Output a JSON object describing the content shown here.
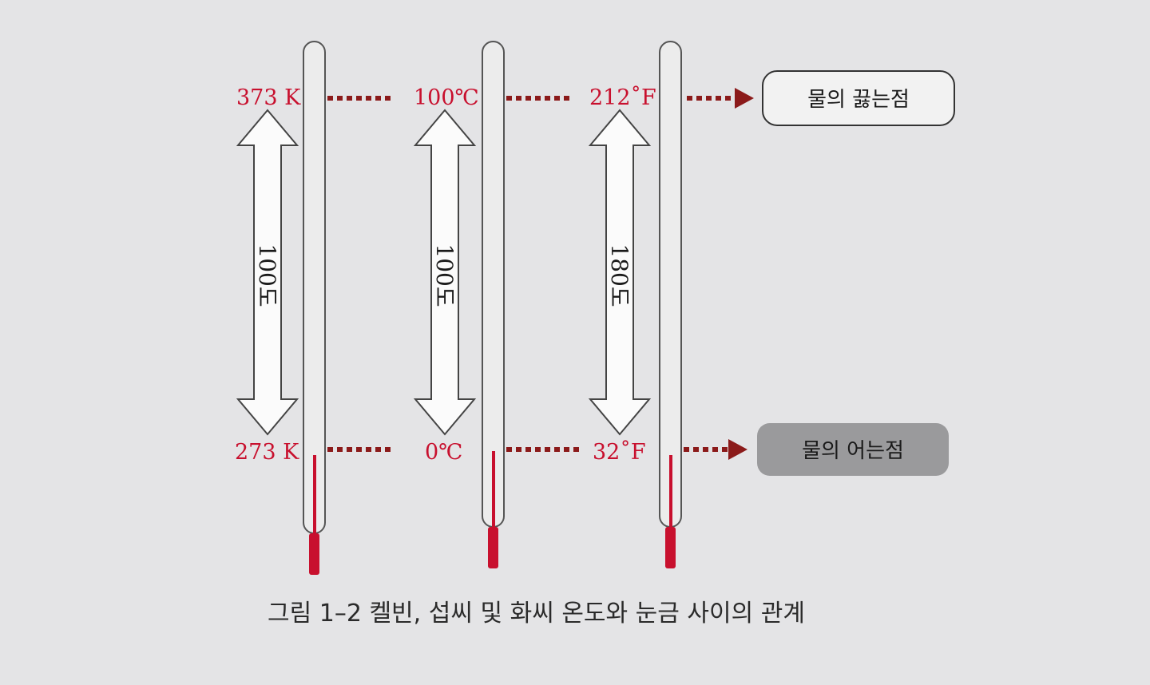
{
  "thermometers": [
    {
      "id": "kelvin",
      "top_label": "373 K",
      "bottom_label": "273 K",
      "span_label": "100도"
    },
    {
      "id": "celsius",
      "top_label": "100℃",
      "bottom_label": "0℃",
      "span_label": "100도"
    },
    {
      "id": "fahrenheit",
      "top_label": "212˚F",
      "bottom_label": "32˚F",
      "span_label": "180도"
    }
  ],
  "boiling_box": "물의 끓는점",
  "freezing_box": "물의 어는점",
  "caption": "그림 1–2 켈빈, 섭씨 및 화씨 온도와 눈금 사이의 관계",
  "colors": {
    "accent_red": "#c8102e",
    "dotted_dark_red": "#8b1a1a",
    "freezing_box_fill": "#9a9a9c",
    "background": "#e4e4e6"
  }
}
